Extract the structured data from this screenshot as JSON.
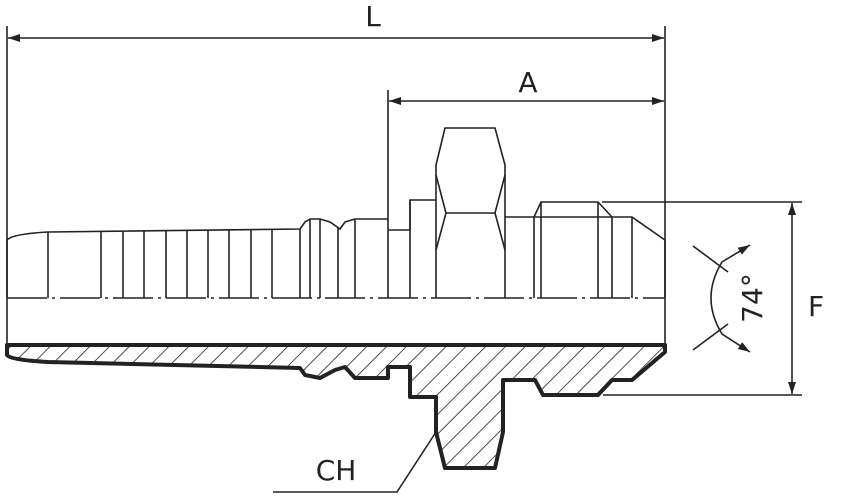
{
  "dimensions": {
    "length_label": "L",
    "a_label": "A",
    "f_label": "F",
    "angle_label": "74°",
    "hex_label": "CH"
  },
  "colors": {
    "line": "#222222",
    "background": "#ffffff"
  }
}
